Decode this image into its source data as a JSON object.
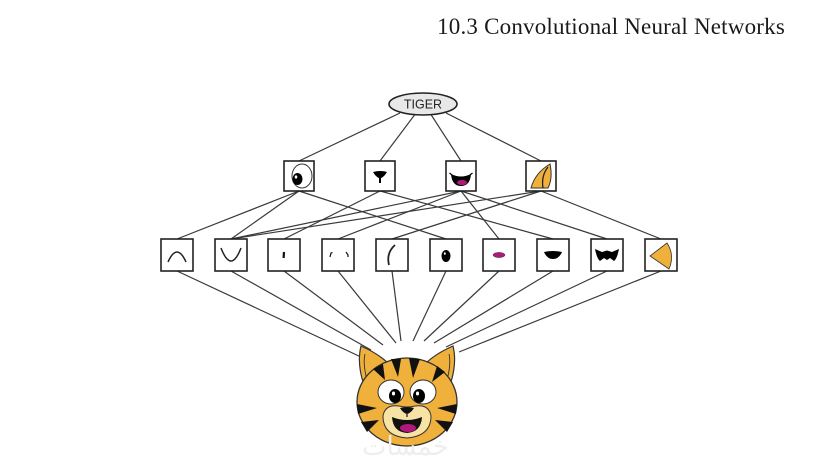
{
  "page": {
    "section_title": "10.3 Convolutional Neural Networks",
    "watermark": "خمسات"
  },
  "diagram": {
    "top_node": {
      "label": "TIGER",
      "fill": "#e8e8e8"
    },
    "mid_features": [
      {
        "id": "eye",
        "name": "eye-feature"
      },
      {
        "id": "nose",
        "name": "nose-feature"
      },
      {
        "id": "mouth",
        "name": "mouth-feature"
      },
      {
        "id": "ear",
        "name": "ear-feature"
      }
    ],
    "low_features": [
      {
        "id": "arc-up",
        "name": "upward-arc-feature"
      },
      {
        "id": "arc-down",
        "name": "downward-arc-feature"
      },
      {
        "id": "short-stroke",
        "name": "short-stroke-feature"
      },
      {
        "id": "two-ticks",
        "name": "two-ticks-feature"
      },
      {
        "id": "curve-left",
        "name": "left-curve-feature"
      },
      {
        "id": "black-oval",
        "name": "black-oval-feature"
      },
      {
        "id": "pink-oval",
        "name": "pink-oval-feature"
      },
      {
        "id": "black-wedge",
        "name": "black-wedge-feature"
      },
      {
        "id": "black-mouth",
        "name": "black-mouth-shape-feature"
      },
      {
        "id": "orange-wedge",
        "name": "orange-wedge-feature"
      }
    ],
    "mid_to_low_connections": [
      [
        0,
        0
      ],
      [
        0,
        1
      ],
      [
        0,
        5
      ],
      [
        1,
        2
      ],
      [
        1,
        7
      ],
      [
        2,
        1
      ],
      [
        2,
        3
      ],
      [
        2,
        6
      ],
      [
        2,
        8
      ],
      [
        3,
        1
      ],
      [
        3,
        4
      ],
      [
        3,
        9
      ]
    ],
    "colors": {
      "tiger_orange": "#f0b13c",
      "stripe_black": "#111111",
      "tongue_magenta": "#b0187a",
      "muzzle_cream": "#f7e3a6",
      "line_gray": "#3a3a3a"
    }
  }
}
